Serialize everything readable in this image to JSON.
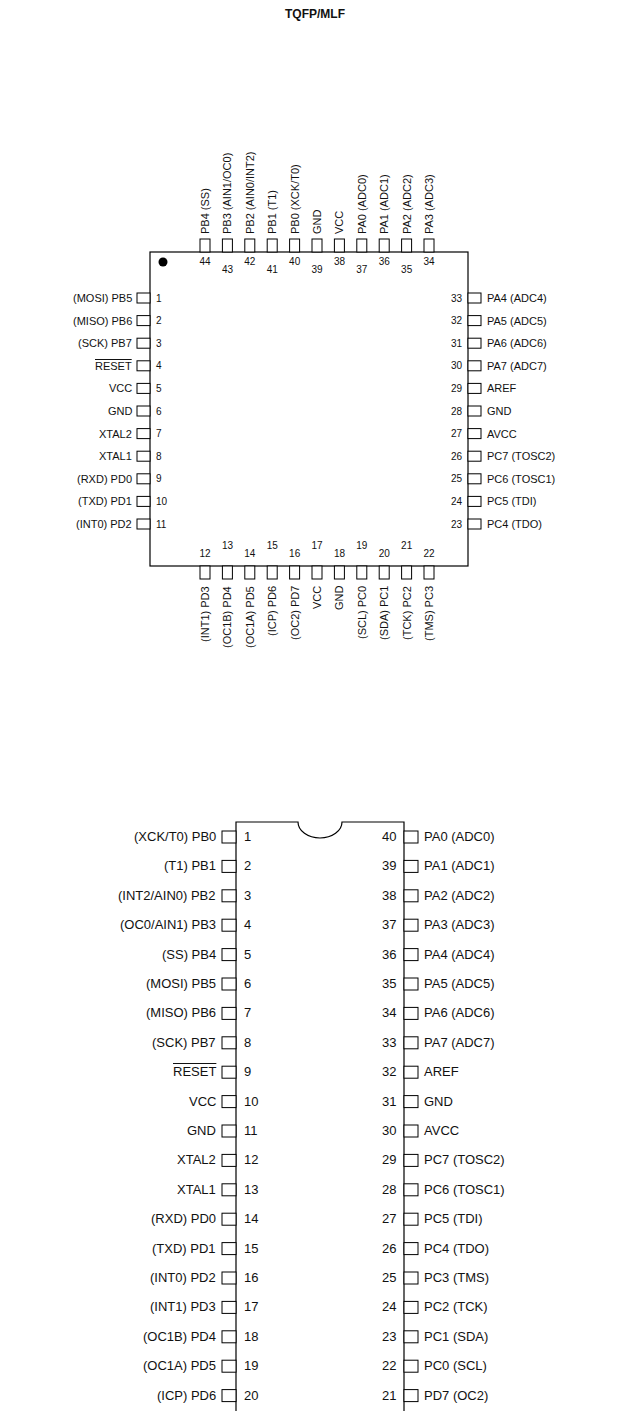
{
  "diagram": {
    "title": "TQFP/MLF",
    "labels": [
      "(MOSI) PB5",
      "1",
      "(MISO) PB6",
      "2",
      "(SCK) PB7",
      "3",
      "RESET",
      "4",
      "VCC",
      "5",
      "GND",
      "6",
      "XTAL2",
      "7",
      "XTAL1",
      "8",
      "(RXD) PD0",
      "9",
      "(TXD) PD1",
      "10",
      "(INT0) PD2",
      "11",
      "(INT1) PD3",
      "12",
      "(OC1B) PD4",
      "13",
      "(OC1A) PD5",
      "14",
      "(ICP) PD6",
      "15",
      "(OC2) PD7",
      "16",
      "VCC",
      "17",
      "GND",
      "18",
      "(SCL) PC0",
      "19",
      "(SDA) PC1",
      "20",
      "(TCK) PC2",
      "21",
      "(TMS) PC3",
      "22",
      "PC4 (TDO)",
      "23",
      "PC5 (TDI)",
      "24",
      "PC6 (TOSC1)",
      "25",
      "PC7 (TOSC2)",
      "26",
      "AVCC",
      "27",
      "GND",
      "28",
      "AREF",
      "29",
      "PA7 (ADC7)",
      "30",
      "PA6 (ADC6)",
      "31",
      "PA5 (ADC5)",
      "32",
      "PA4 (ADC4)",
      "33",
      "PA3 (ADC3)",
      "34",
      "PA2 (ADC2)",
      "35",
      "PA1 (ADC1)",
      "36",
      "PA0 (ADC0)",
      "37",
      "VCC",
      "38",
      "GND",
      "39",
      "PB0 (XCK/T0)",
      "40",
      "PB1 (T1)",
      "41",
      "PB2 (AIN0/INT2)",
      "42",
      "PB3 (AIN1/OC0)",
      "43",
      "PB4 (SS)",
      "44",
      "(XCK/T0) PB0",
      "1",
      "(T1) PB1",
      "2",
      "(INT2/AIN0) PB2",
      "3",
      "(OC0/AIN1) PB3",
      "4",
      "(SS) PB4",
      "5",
      "(MOSI) PB5",
      "6",
      "(MISO) PB6",
      "7",
      "(SCK) PB7",
      "8",
      "RESET",
      "9",
      "VCC",
      "10",
      "GND",
      "11",
      "XTAL2",
      "12",
      "XTAL1",
      "13",
      "(RXD) PD0",
      "14",
      "(TXD) PD1",
      "15",
      "(INT0) PD2",
      "16",
      "(INT1) PD3",
      "17",
      "(OC1B) PD4",
      "18",
      "(OC1A) PD5",
      "19",
      "(ICP) PD6",
      "20",
      "PD7 (OC2)",
      "21",
      "PC0 (SCL)",
      "22",
      "PC1 (SDA)",
      "23",
      "PC2 (TCK)",
      "24",
      "PC3 (TMS)",
      "25",
      "PC4 (TDO)",
      "26",
      "PC5 (TDI)",
      "27",
      "PC6 (TOSC1)",
      "28",
      "PC7 (TOSC2)",
      "29",
      "AVCC",
      "30",
      "GND",
      "31",
      "AREF",
      "32",
      "PA7 (ADC7)",
      "33",
      "PA6 (ADC6)",
      "34",
      "PA5 (ADC5)",
      "35",
      "PA4 (ADC4)",
      "36",
      "PA3 (ADC3)",
      "37",
      "PA2 (ADC2)",
      "38",
      "PA1 (ADC1)",
      "39",
      "PA0 (ADC0)",
      "40"
    ]
  }
}
